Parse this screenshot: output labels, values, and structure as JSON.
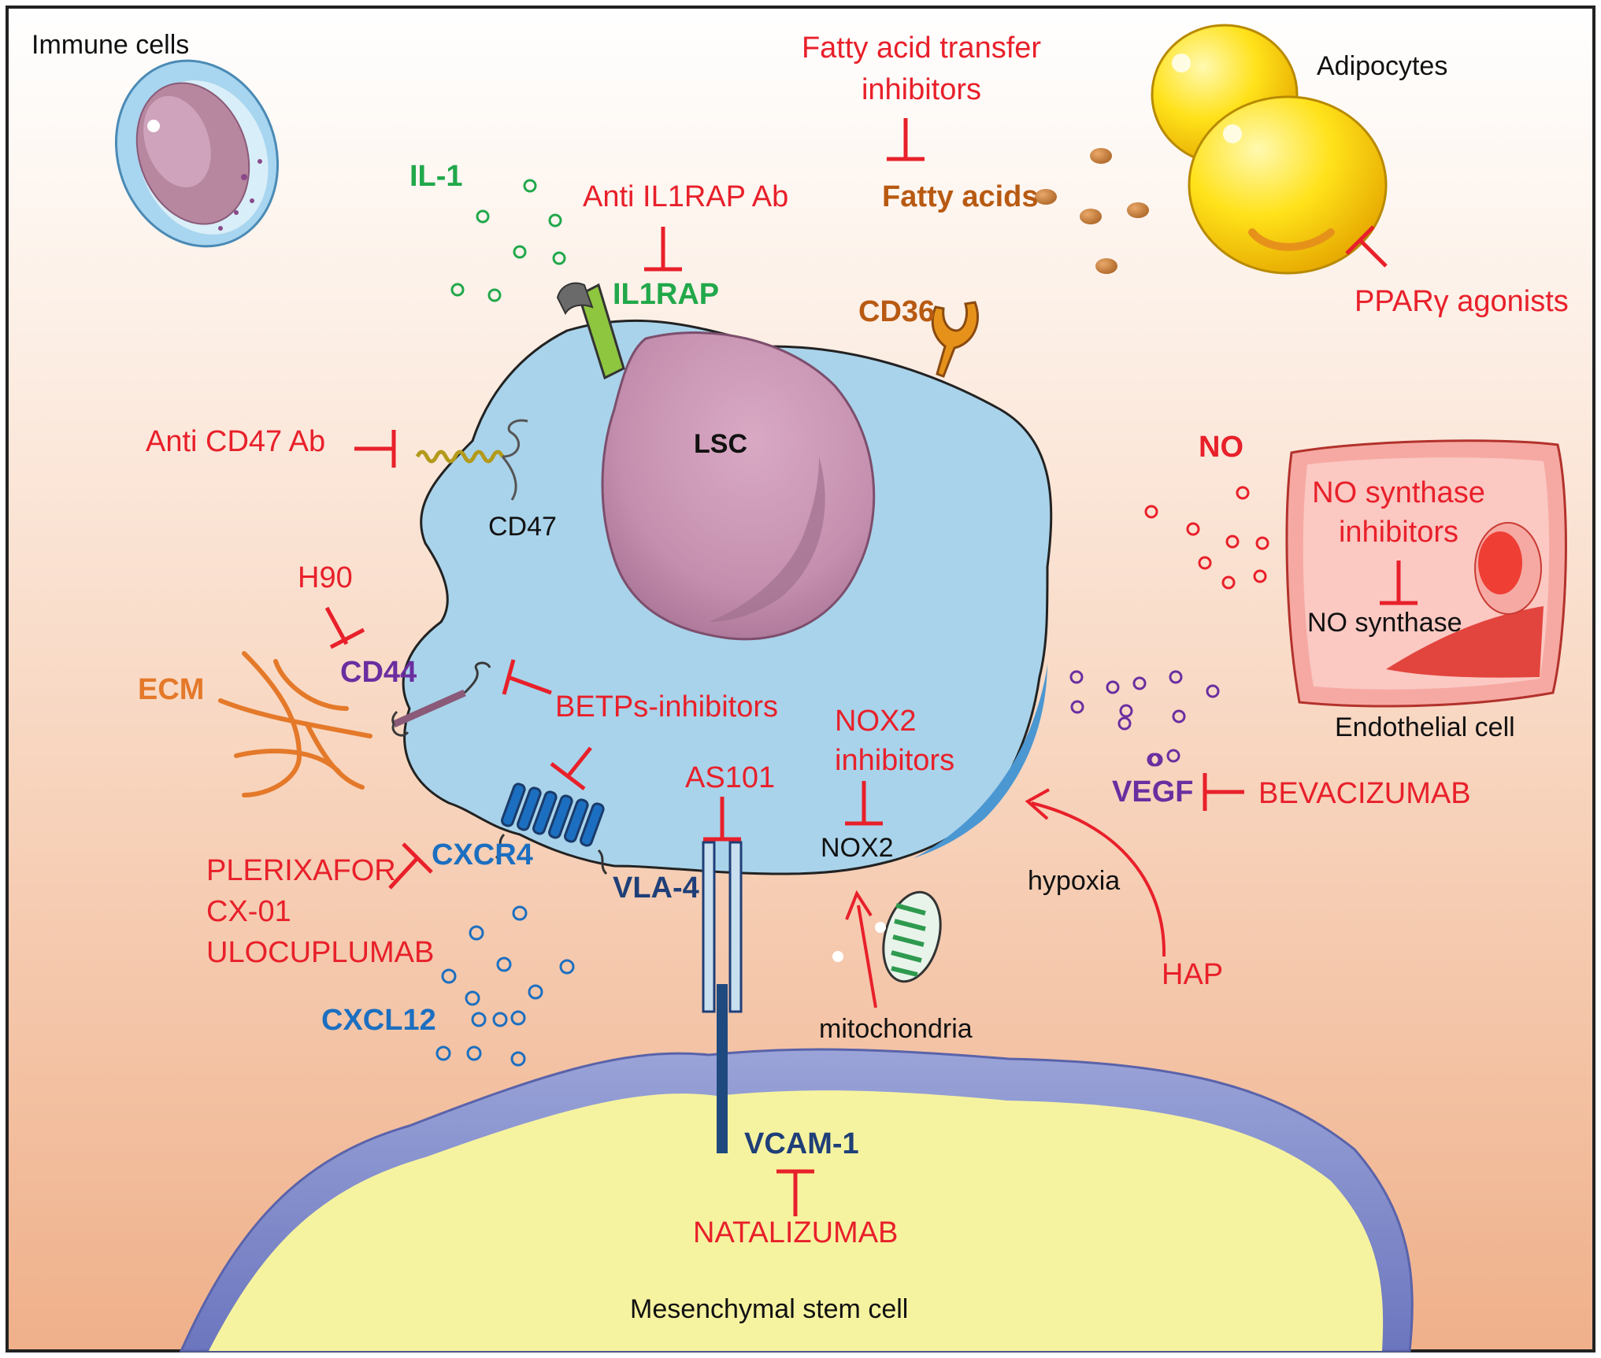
{
  "labels": {
    "immune_cells": "Immune cells",
    "adipocytes": "Adipocytes",
    "fatty_acid_transfer_inhibitors_1": "Fatty acid transfer",
    "fatty_acid_transfer_inhibitors_2": "inhibitors",
    "fatty_acids": "Fatty acids",
    "il1": "IL-1",
    "anti_il1rap": "Anti IL1RAP Ab",
    "il1rap": "IL1RAP",
    "cd36": "CD36",
    "ppary": "PPARγ agonists",
    "lsc": "LSC",
    "anti_cd47": "Anti CD47 Ab",
    "cd47": "CD47",
    "no": "NO",
    "no_synthase_inhibitors_1": "NO synthase",
    "no_synthase_inhibitors_2": "inhibitors",
    "no_synthase": "NO synthase",
    "endothelial_cell": "Endothelial cell",
    "h90": "H90",
    "cd44": "CD44",
    "ecm": "ECM",
    "betps": "BETPs-inhibitors",
    "nox2_inhibitors_1": "NOX2",
    "nox2_inhibitors_2": "inhibitors",
    "nox2": "NOX2",
    "as101": "AS101",
    "vegf": "VEGF",
    "bevacizumab": "BEVACIZUMAB",
    "cxcr4": "CXCR4",
    "plerixafor": "PLERIXAFOR",
    "cx01": "CX-01",
    "ulocuplumab": "ULOCUPLUMAB",
    "vla4": "VLA-4",
    "hypoxia": "hypoxia",
    "hap": "HAP",
    "cxcl12": "CXCL12",
    "mitochondria": "mitochondria",
    "vcam1": "VCAM-1",
    "natalizumab": "NATALIZUMAB",
    "msc": "Mesenchymal stem cell"
  },
  "colors": {
    "inhibitor_red": "#e8202a",
    "il1_green": "#21a84a",
    "fatty_brown": "#b85a12",
    "cd44_vegf_purple": "#6a2ea0",
    "cxcr4_blue": "#1c6fc0",
    "vla4_navy": "#1f3f78",
    "ecm_orange": "#e4792a",
    "lsc_cell": "#a9d3ea",
    "nucleus": "#c996b3",
    "msc_cytoplasm": "#f6f3a0",
    "background_bottom": "#f0b894"
  }
}
